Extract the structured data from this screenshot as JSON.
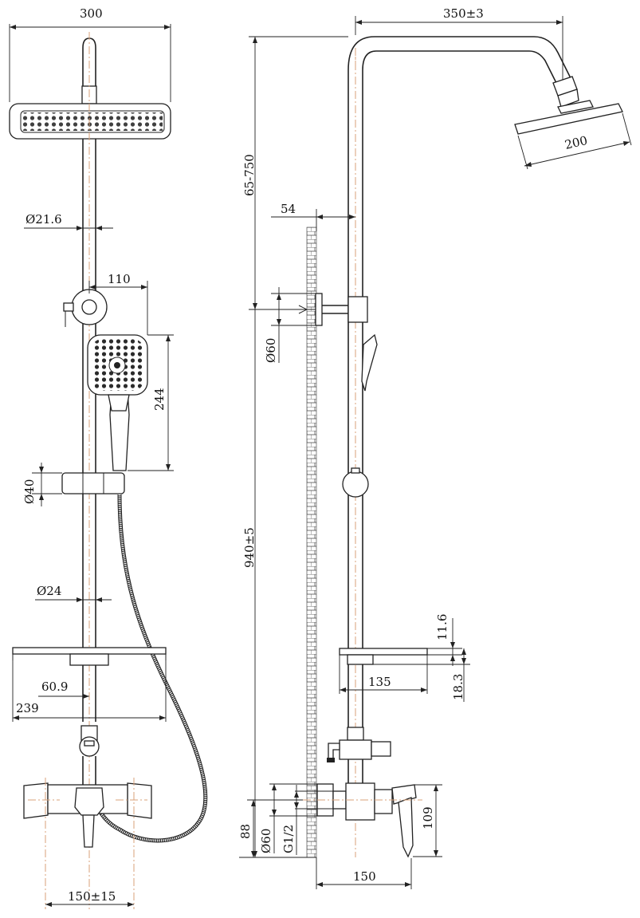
{
  "dimensions": {
    "left": {
      "head_width": "300",
      "arm_dia": "Ø21.6",
      "holder_offset": "110",
      "hand_height": "244",
      "slider_dia": "Ø40",
      "rail_dia": "Ø24",
      "shelf_offset": "60.9",
      "shelf_width": "239",
      "inlet_spacing": "150±15"
    },
    "right": {
      "arm_length": "350±3",
      "head_dia": "200",
      "adjust_range": "65-750",
      "wall_offset": "54",
      "bracket_dia": "Ø60",
      "total_height": "940±5",
      "shelf_thick": "11.6",
      "shelf_height": "18.3",
      "shelf_depth": "135",
      "mixer_height": "109",
      "base_height": "88",
      "flange_dia": "Ø60",
      "thread": "G1/2",
      "mixer_depth": "150"
    }
  },
  "colors": {
    "line": "#222222",
    "centerline": "#d9a27a",
    "background": "#ffffff"
  }
}
